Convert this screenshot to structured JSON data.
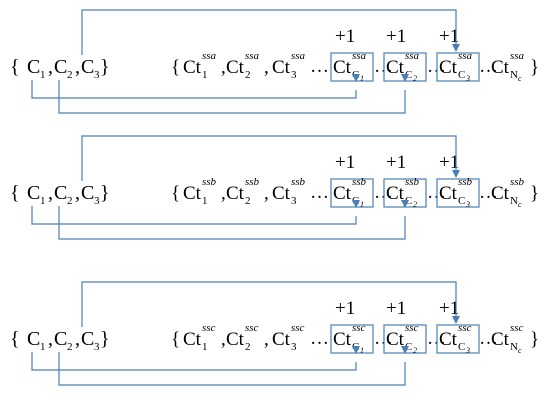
{
  "diagram": {
    "rows": [
      {
        "set": {
          "open": "{",
          "elements": [
            {
              "base": "C",
              "sub": "1"
            },
            {
              "base": "C",
              "sub": "2"
            },
            {
              "base": "C",
              "sub": "3"
            }
          ],
          "close": "}"
        },
        "sequence": {
          "open": "{",
          "base": "Ct",
          "superscript": "ssa",
          "plain_terms": [
            "1",
            "2",
            "3"
          ],
          "boxed_terms": [
            {
              "sub": "C",
              "subsub": "1"
            },
            {
              "sub": "C",
              "subsub": "2"
            },
            {
              "sub": "C",
              "subsub": "3"
            }
          ],
          "last_term": {
            "sub": "N",
            "subsub": "c"
          },
          "comma": ",",
          "ellipsis": "…",
          "close": "}"
        },
        "increment_labels": [
          "+1",
          "+1",
          "+1"
        ]
      },
      {
        "set": {
          "open": "{",
          "elements": [
            {
              "base": "C",
              "sub": "1"
            },
            {
              "base": "C",
              "sub": "2"
            },
            {
              "base": "C",
              "sub": "3"
            }
          ],
          "close": "}"
        },
        "sequence": {
          "open": "{",
          "base": "Ct",
          "superscript": "ssb",
          "plain_terms": [
            "1",
            "2",
            "3"
          ],
          "boxed_terms": [
            {
              "sub": "C",
              "subsub": "1"
            },
            {
              "sub": "C",
              "subsub": "2"
            },
            {
              "sub": "C",
              "subsub": "3"
            }
          ],
          "last_term": {
            "sub": "N",
            "subsub": "c"
          },
          "comma": ",",
          "ellipsis": "…",
          "close": "}"
        },
        "increment_labels": [
          "+1",
          "+1",
          "+1"
        ]
      },
      {
        "set": {
          "open": "{",
          "elements": [
            {
              "base": "C",
              "sub": "1"
            },
            {
              "base": "C",
              "sub": "2"
            },
            {
              "base": "C",
              "sub": "3"
            }
          ],
          "close": "}"
        },
        "sequence": {
          "open": "{",
          "base": "Ct",
          "superscript": "ssc",
          "plain_terms": [
            "1",
            "2",
            "3"
          ],
          "boxed_terms": [
            {
              "sub": "C",
              "subsub": "1"
            },
            {
              "sub": "C",
              "subsub": "2"
            },
            {
              "sub": "C",
              "subsub": "3"
            }
          ],
          "last_term": {
            "sub": "N",
            "subsub": "c"
          },
          "comma": ",",
          "ellipsis": "…",
          "close": "}"
        },
        "increment_labels": [
          "+1",
          "+1",
          "+1"
        ]
      }
    ],
    "connector_color": "#4a7fb5",
    "text_color": "#000000"
  }
}
